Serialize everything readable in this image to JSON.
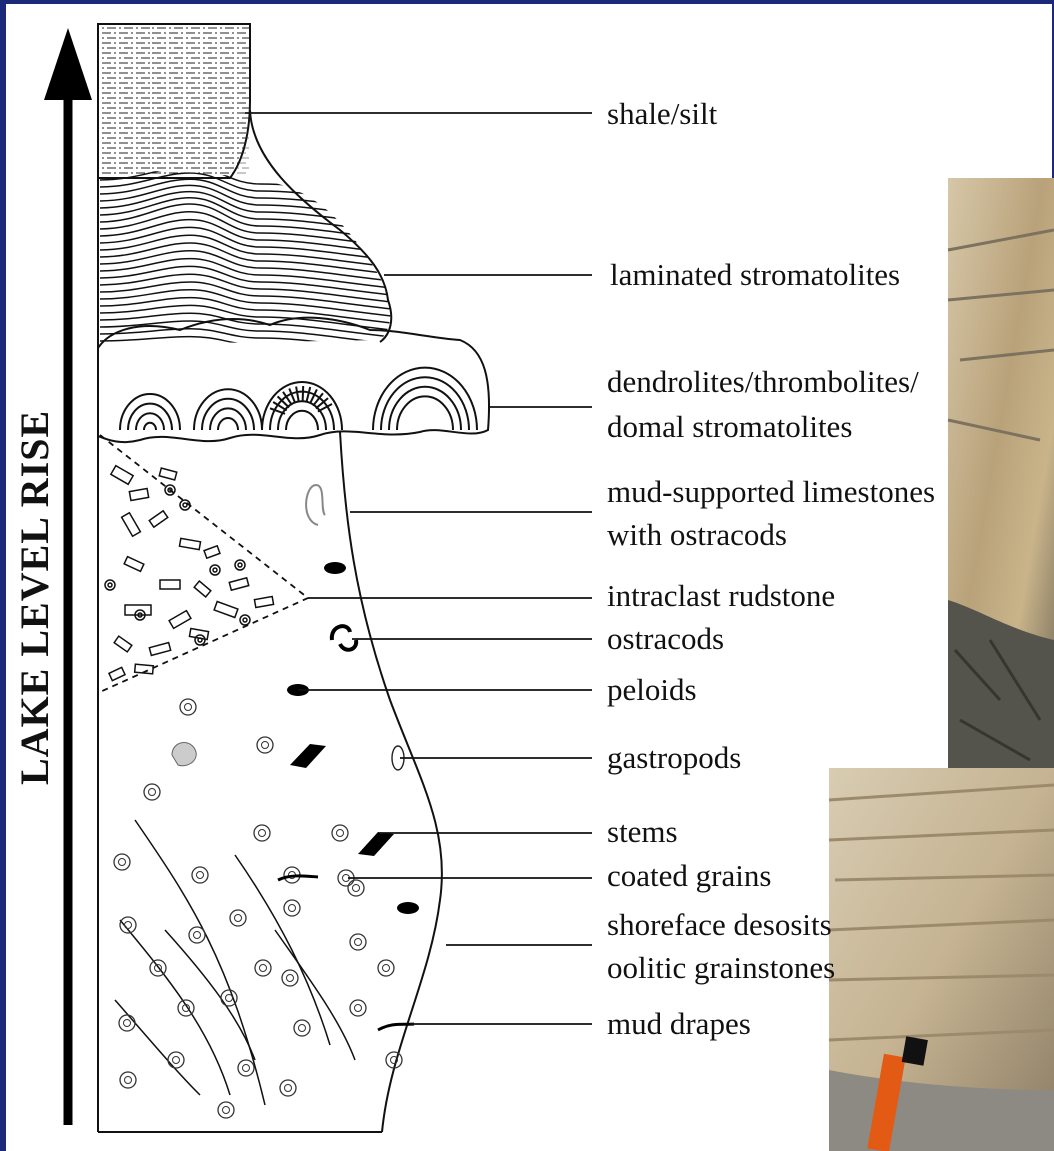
{
  "axis_label": "LAKE LEVEL RISE",
  "colors": {
    "frame": "#1b2a78",
    "panel": "#ffffff",
    "ink": "#111111",
    "photo_rock": "#c9b48a"
  },
  "labels": [
    {
      "id": "shale",
      "lines": [
        "shale/silt"
      ]
    },
    {
      "id": "laminated",
      "lines": [
        "laminated stromatolites"
      ]
    },
    {
      "id": "dendrolites",
      "lines": [
        "dendrolites/thrombolites/",
        "domal stromatolites"
      ]
    },
    {
      "id": "mud-supported",
      "lines": [
        "mud-supported limestones",
        "with ostracods"
      ]
    },
    {
      "id": "intraclast",
      "lines": [
        "intraclast rudstone"
      ]
    },
    {
      "id": "ostracods",
      "lines": [
        "ostracods"
      ]
    },
    {
      "id": "peloids",
      "lines": [
        "peloids"
      ]
    },
    {
      "id": "gastropods",
      "lines": [
        "gastropods"
      ]
    },
    {
      "id": "stems",
      "lines": [
        "stems"
      ]
    },
    {
      "id": "coated",
      "lines": [
        "coated grains"
      ]
    },
    {
      "id": "shoreface",
      "lines": [
        "shoreface desosits",
        "oolitic grainstones"
      ]
    },
    {
      "id": "mud-drapes",
      "lines": [
        "mud drapes"
      ]
    }
  ],
  "icons": {
    "arrow": "up-arrow-icon",
    "ooid": "coated-grain-icon",
    "peloid": "peloid-icon",
    "gastropod": "gastropod-icon",
    "stem": "stem-icon",
    "ostracod": "ostracod-icon"
  }
}
